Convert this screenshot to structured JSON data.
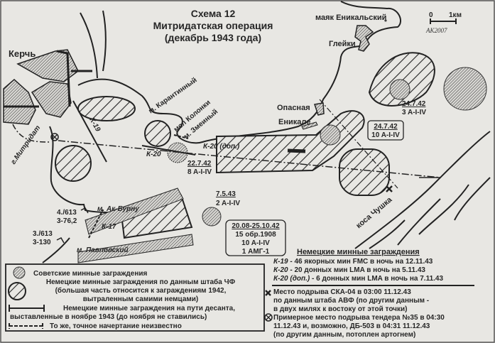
{
  "title": {
    "line1": "Схема 12",
    "line2": "Митридатская операция",
    "line3": "(декабрь 1943 года)"
  },
  "scale": {
    "zero": "0",
    "unit": "1км"
  },
  "signature": "АК2007",
  "places": {
    "kerch": "Керчь",
    "lighthouse": "маяк Еникальский",
    "gleyki": "Глейки",
    "opasnaya": "Опасная",
    "enikale": "Еникале",
    "karantinny": "м. Карантинный",
    "mol_kolonki": "мол Колонки",
    "zmeiny": "м. Змеиный",
    "mitridat": "г.Митридат",
    "ak_burnu": "м. Ак-Бурну",
    "pavlovsky": "м. Павловский",
    "chushka": "коса Чушка"
  },
  "minefield_labels": {
    "k19": "К-19",
    "k20": "К-20",
    "k20_dop": "К-20 (доп.)",
    "k17": "К-17",
    "f_22_7_42": {
      "date": "22.7.42",
      "count": "8 A-I-IV"
    },
    "f_24_7_42_box": {
      "date": "24.7.42",
      "count": "10 A-I-IV"
    },
    "f_24_7_42_ne": {
      "date": "24.7.42",
      "count": "3 A-I-IV"
    },
    "f_7_5_43": {
      "date": "7.5.43",
      "count": "2 A-I-IV"
    },
    "f_1942_box": {
      "date": "20.08-25.10.42",
      "l2": "15 обр.1908",
      "l3": "10 A-I-IV",
      "l4": "1 АМГ-1"
    }
  },
  "batteries": [
    {
      "unit": "4./613",
      "guns": "3-76,2"
    },
    {
      "unit": "3./613",
      "guns": "3-130"
    }
  ],
  "legend_left": {
    "soviet": "Советские минные заграждения",
    "german_1": "Немецкие минные заграждения по данным штаба ЧФ",
    "german_2": "(большая часть относится к заграждениям 1942,",
    "german_3": "вытраленным самими немцами)",
    "route_1": "Немецкие минные заграждения на пути десанта,",
    "route_2": "выставленные в ноябре 1943 (до ноября не ставились)",
    "route_dashed": "То же, точное начертание неизвестно"
  },
  "legend_right": {
    "header": "Немецкие минные заграждения",
    "items": [
      {
        "code": "К-19",
        "text": " - 46 якорных мин FMC в ночь на 12.11.43"
      },
      {
        "code": "К-20",
        "text": " - 20 донных мин LMA в ночь на 5.11.43"
      },
      {
        "code": "К-20 (доп.)",
        "text": " - 6 донных мин LMA в ночь на 7.11.43"
      }
    ],
    "ska_1": "Место подрыва СКА-04 в 03:00 11.12.43",
    "ska_2": "по данным штаба АВФ (по другим данным -",
    "ska_3": "в двух милях к востоку от этой точки)",
    "tender_1": "Примерное место подрыва тендера №35 в 04:30",
    "tender_2": "11.12.43 и, возможно, ДБ-503 в 04:31 11.12.43",
    "tender_3": "(по другим данным, потоплен артогнем)"
  },
  "icons": {
    "ska_mark": "x-mark-icon",
    "tender_mark": "circled-x-icon",
    "lighthouse": "star-icon",
    "battery": "artillery-battery-icon"
  }
}
